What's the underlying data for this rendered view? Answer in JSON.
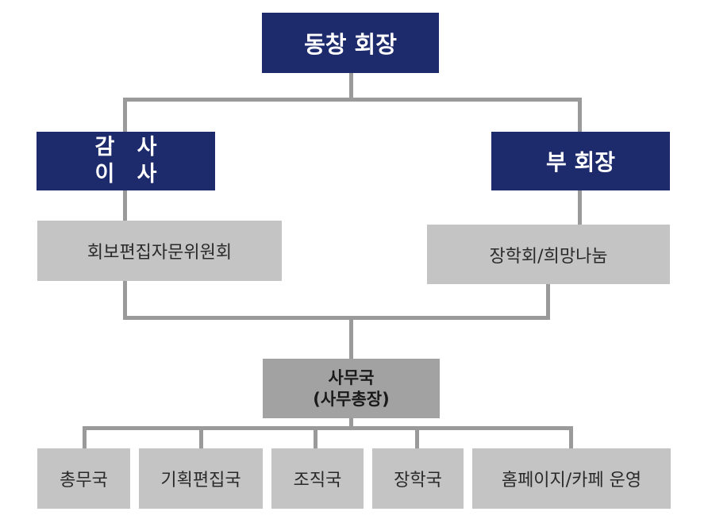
{
  "president": "동창 회장",
  "auditor": {
    "line1": "감   사",
    "line2": "이   사"
  },
  "vice_president": "부 회장",
  "editorial_committee": "회보편집자문위원회",
  "scholarship_hope": "장학회/희망나눔",
  "secretariat": {
    "line1": "사무국",
    "line2": "(사무총장)"
  },
  "departments": [
    "총무국",
    "기획편집국",
    "조직국",
    "장학국",
    "홈페이지/카페 운영"
  ],
  "colors": {
    "navy": "#1d2a6b",
    "light_gray": "#c4c4c4",
    "mid_gray": "#a2a2a2",
    "connector": "#9a9a9a"
  }
}
